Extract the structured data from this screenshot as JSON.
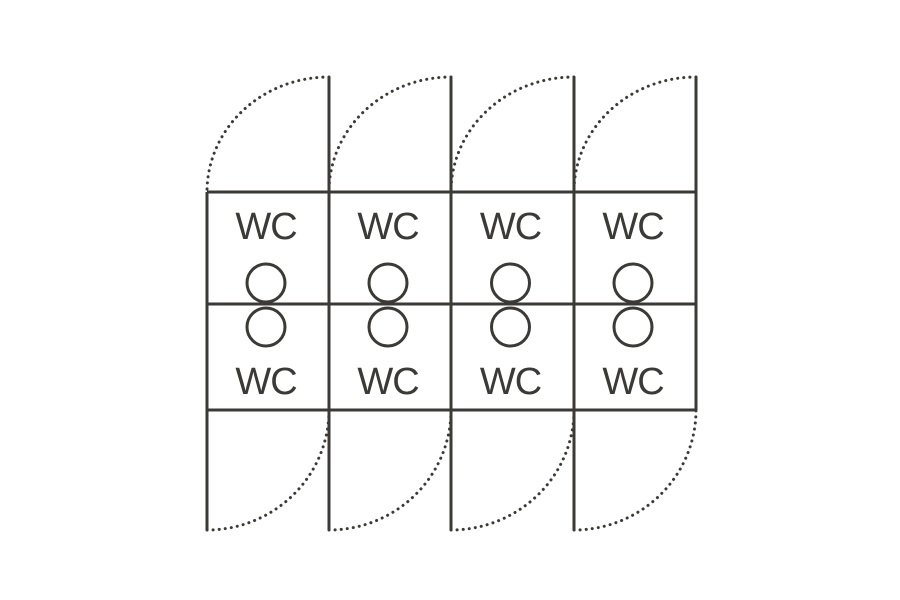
{
  "diagram": {
    "stroke_color": "#3b3a36",
    "background": "#ffffff",
    "stall_label": "WC",
    "top_row": {
      "stalls": [
        {
          "label": "WC"
        },
        {
          "label": "WC"
        },
        {
          "label": "WC"
        },
        {
          "label": "WC"
        }
      ]
    },
    "bottom_row": {
      "stalls": [
        {
          "label": "WC"
        },
        {
          "label": "WC"
        },
        {
          "label": "WC"
        },
        {
          "label": "WC"
        }
      ]
    },
    "door_swing_style": "dotted"
  }
}
